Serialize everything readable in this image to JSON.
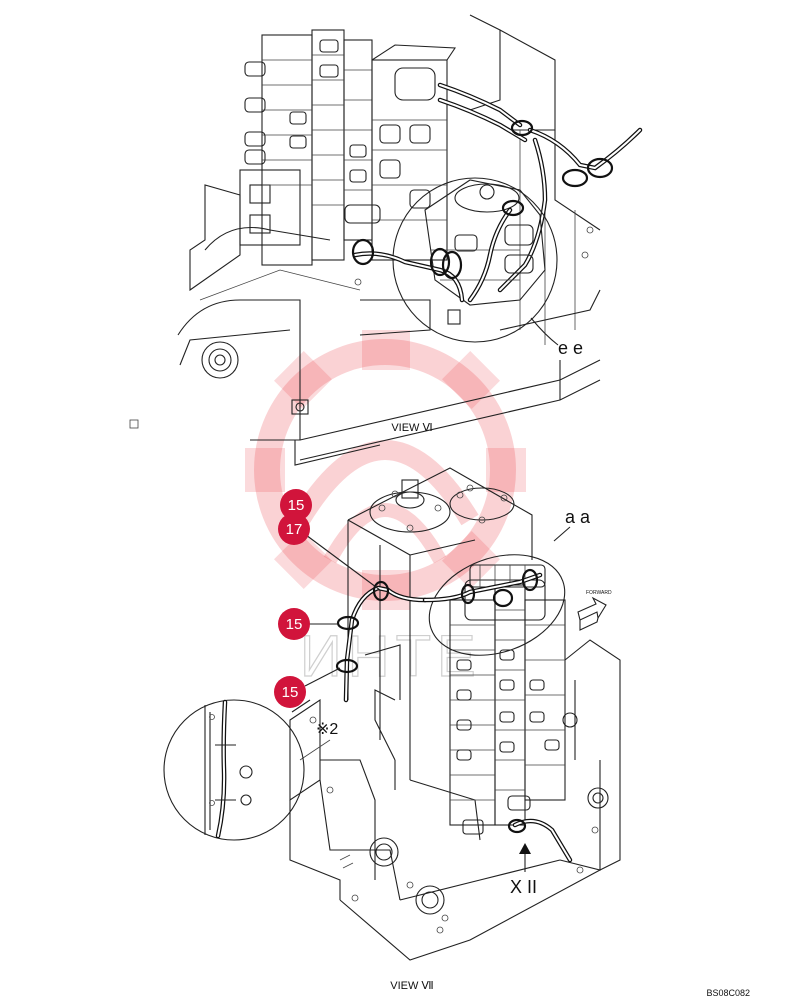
{
  "views": {
    "upper": {
      "label": "VIEW Ⅵ"
    },
    "lower": {
      "label": "VIEW Ⅶ"
    }
  },
  "detail_labels": {
    "ee": "e e",
    "aa": "a a",
    "xii": "X II",
    "note2": "※2"
  },
  "callouts": [
    {
      "id": "c15a",
      "text": "15"
    },
    {
      "id": "c17",
      "text": "17"
    },
    {
      "id": "c15b",
      "text": "15"
    },
    {
      "id": "c15c",
      "text": "15"
    }
  ],
  "direction_label": "FORWARD",
  "figure_code": "BS08C082",
  "colors": {
    "callout": "#d1143b",
    "watermark": "#e8323c",
    "line": "#222222"
  }
}
